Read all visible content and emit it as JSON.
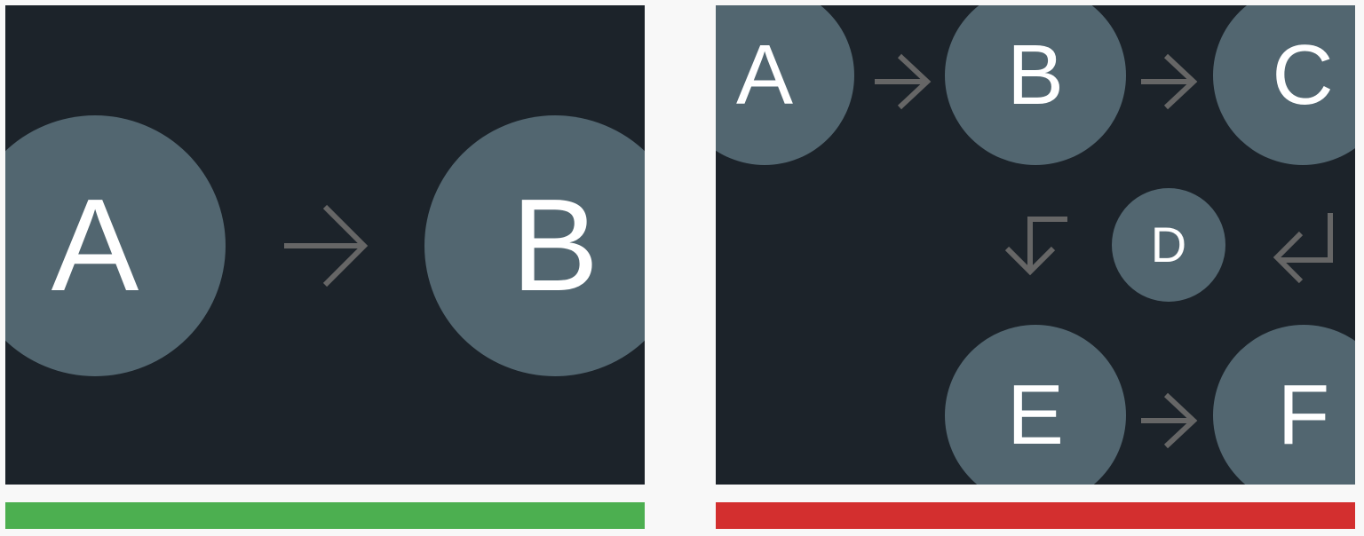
{
  "colors": {
    "page_background": "#f8f8f8",
    "panel_background": "#1c232a",
    "node_fill": "#526670",
    "arrow": "#666666",
    "good_bar": "#4caf50",
    "bad_bar": "#d32f2f"
  },
  "left_example": {
    "nodes": [
      "A",
      "B"
    ],
    "arrow_icon": "arrow-right-icon",
    "verdict_color": "#4caf50"
  },
  "right_example": {
    "nodes": [
      "A",
      "B",
      "C",
      "D",
      "E",
      "F"
    ],
    "arrow_icons": [
      "arrow-right-icon",
      "arrow-right-icon",
      "arrow-return-left-icon",
      "arrow-down-left-icon",
      "arrow-right-icon"
    ],
    "verdict_color": "#d32f2f"
  }
}
